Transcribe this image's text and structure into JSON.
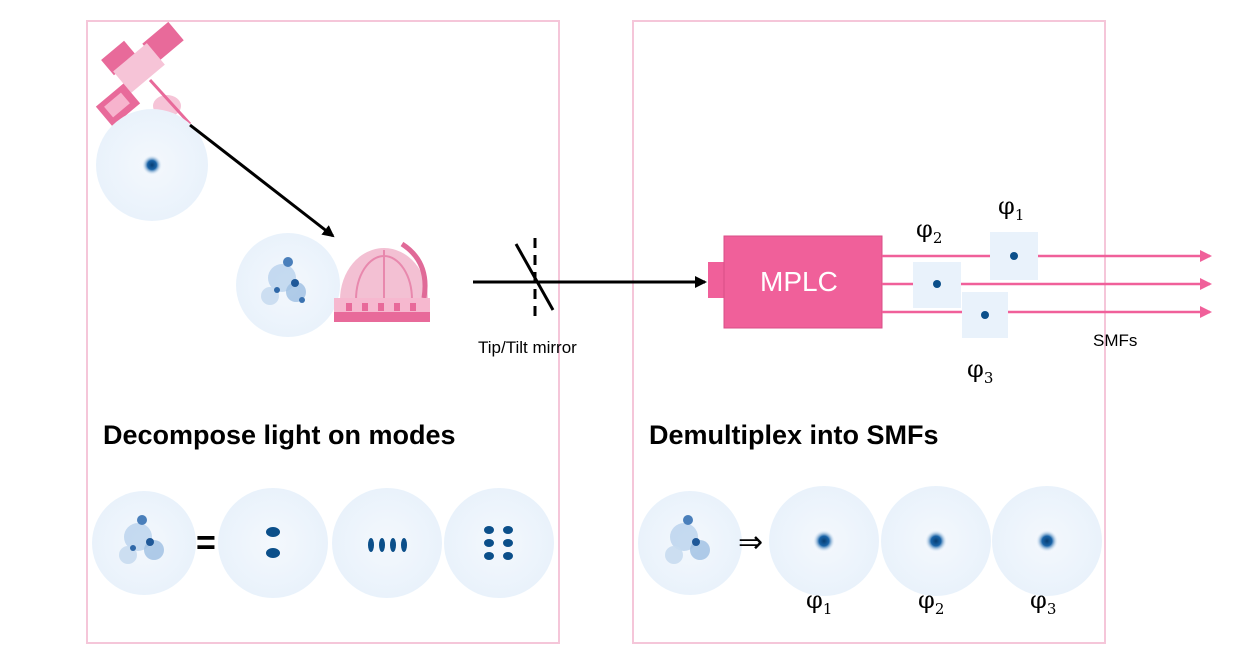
{
  "left_panel": {
    "heading": "Decompose light on modes"
  },
  "right_panel": {
    "heading": "Demultiplex into SMFs"
  },
  "mirror_label": "Tip/Tilt mirror",
  "mplc_label": "MPLC",
  "smf_label": "SMFs",
  "phi_symbol": "φ",
  "modes": {
    "phi1": "1",
    "phi2": "2",
    "phi3": "3"
  },
  "equals_symbol": "=",
  "implies_symbol": "⇒",
  "colors": {
    "accent_pink": "#f0609a",
    "panel_border": "#f5c6d9",
    "spot_blue": "#0b4f8a",
    "disk": "#eef5fc"
  },
  "icons": [
    "satellite-icon",
    "observatory-icon"
  ]
}
